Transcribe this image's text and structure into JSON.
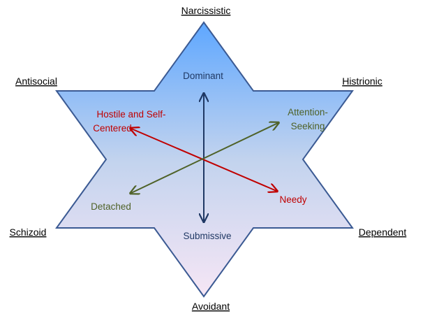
{
  "poles": {
    "top": "Narcissistic",
    "upper_left": "Antisocial",
    "upper_right": "Histrionic",
    "lower_left": "Schizoid",
    "lower_right": "Dependent",
    "bottom": "Avoidant"
  },
  "axes": {
    "vertical": {
      "top_label": "Dominant",
      "bottom_label": "Submissive",
      "color": "#1f3864"
    },
    "red": {
      "upper_label_line1": "Hostile and Self-",
      "upper_label_line2": "Centered",
      "lower_label": "Needy",
      "color": "#c00000"
    },
    "green": {
      "upper_label_line1": "Attention-",
      "upper_label_line2": "Seeking",
      "lower_label": "Detached",
      "color": "#4f6228"
    }
  },
  "colors": {
    "star_fill_top": "#5ea7ff",
    "star_fill_middle": "#c2d3ee",
    "star_fill_bottom": "#f6e6f5",
    "star_outline": "#3b5a93",
    "pole_text": "#000000"
  }
}
